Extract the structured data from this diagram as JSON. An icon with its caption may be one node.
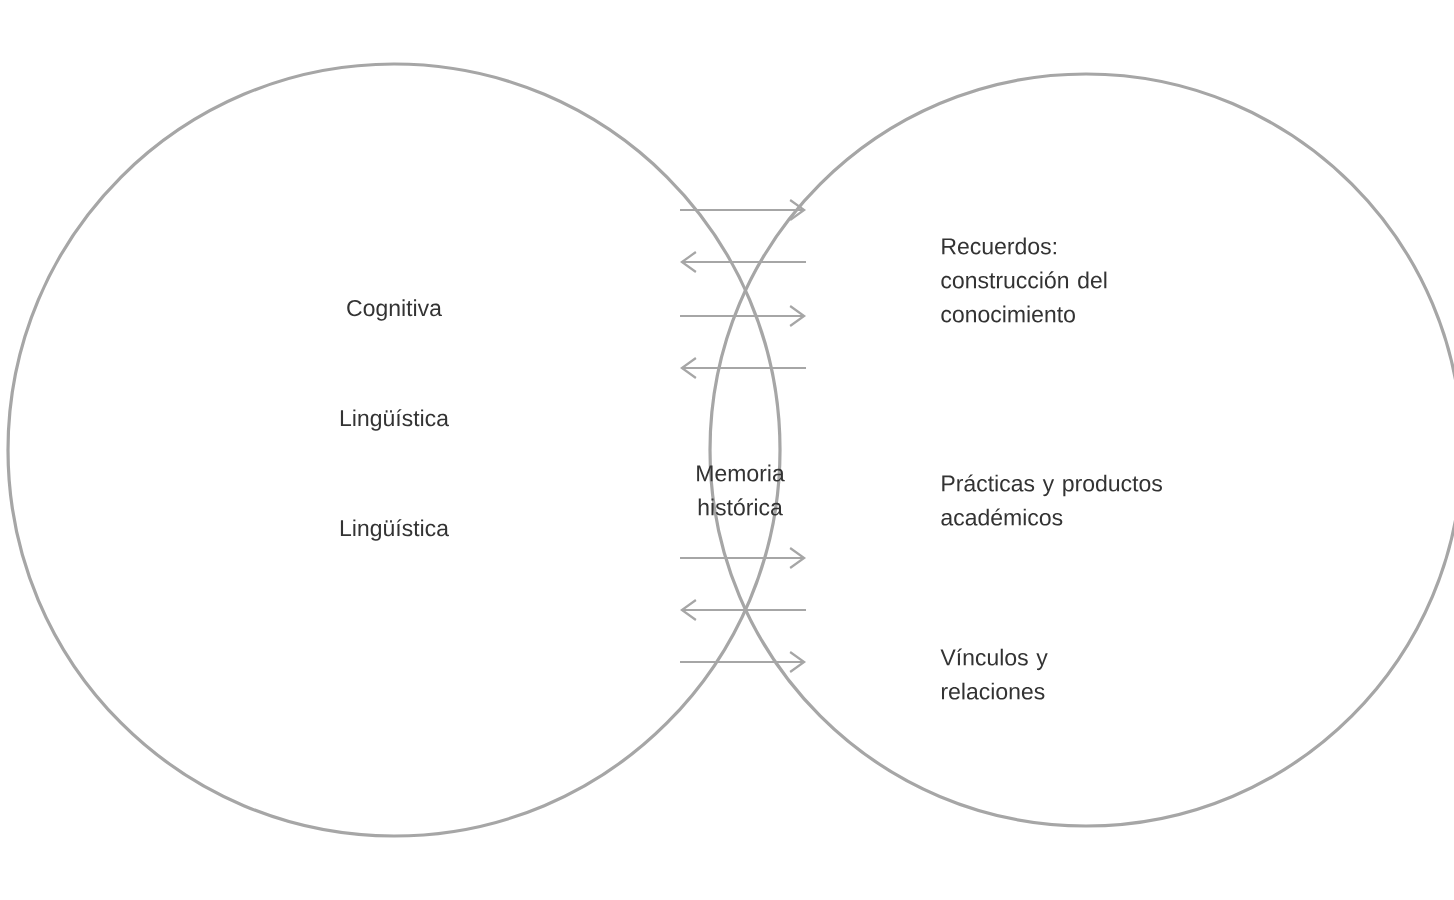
{
  "diagram": {
    "nodes": [
      {
        "text": [
          "Cognitiva",
          "Lingüística",
          "Lingüística"
        ]
      },
      {
        "text": [
          "Recuerdos: construcción del conocimiento",
          "Prácticas y productos académicos",
          "Vínculos y relaciones"
        ]
      }
    ],
    "edges": [
      {
        "from": 0,
        "to": 1,
        "arrow": "to"
      },
      {
        "from": 1,
        "to": 0,
        "arrow": "to"
      },
      {
        "from": 0,
        "to": 1,
        "arrow": "to"
      },
      {
        "from": 1,
        "to": 0,
        "arrow": "to"
      },
      {
        "from": 0,
        "to": 1,
        "arrow": "to"
      },
      {
        "from": 1,
        "to": 0,
        "arrow": "to"
      },
      {
        "from": 0,
        "to": 1,
        "arrow": "to"
      }
    ],
    "labels": [
      "Memoria histórica"
    ]
  }
}
